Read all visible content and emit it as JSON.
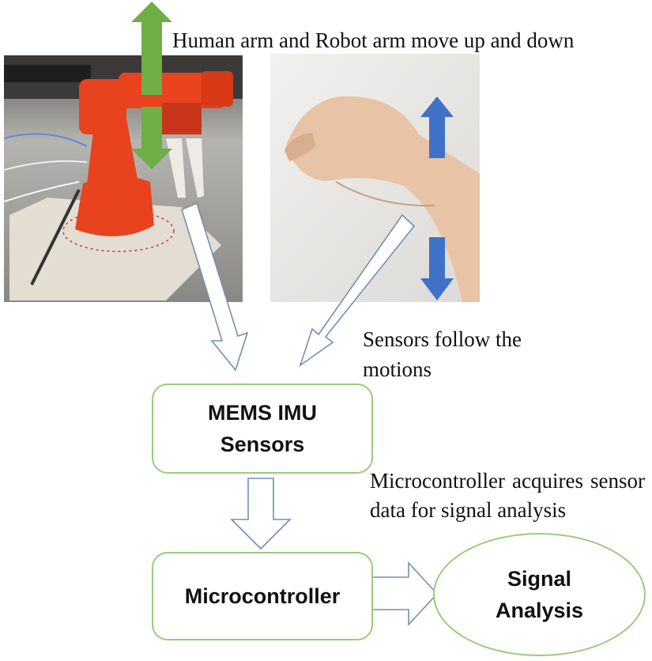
{
  "title": "Human arm and Robot arm move up and down",
  "sensors_label": "Sensors follow the motions",
  "imu_box": "MEMS IMU Sensors",
  "mcu_box": "Microcontroller",
  "mcu_caption": "Microcontroller acquires sensor data for signal analysis",
  "signal_analysis": "Signal Analysis",
  "colors": {
    "box_border": "#9acb7c",
    "arrow_outline": "#6f8fb8",
    "green_arrow": "#6fae45",
    "blue_arrow": "#3f72c6",
    "robot_orange": "#e8431e"
  }
}
